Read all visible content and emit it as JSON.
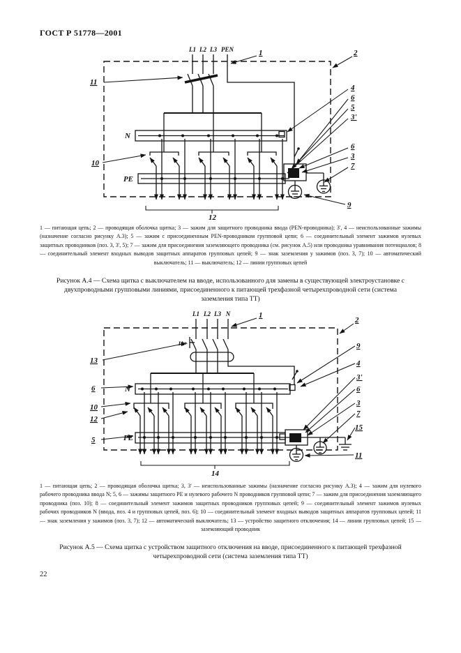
{
  "page": {
    "header": "ГОСТ Р 51778—2001",
    "number": "22"
  },
  "figure_a4": {
    "input_labels": [
      "L1",
      "L2",
      "L3",
      "PEN"
    ],
    "bus_n_label": "N",
    "bus_pe_label": "PE",
    "callouts": {
      "n1": "1",
      "n2": "2",
      "n11": "11",
      "n10": "10",
      "n4": "4",
      "n6a": "6",
      "n5": "5",
      "n3p": "3'",
      "n6b": "6",
      "n3": "3",
      "n7": "7",
      "n9": "9",
      "n12": "12"
    },
    "legend": "1 — питающая цепь; 2 — проводящая оболочка щитка; 3 — зажим для защитного проводника ввода (PEN-проводника); 3', 4 — неиспользованные зажимы (назначение согласно рисунку А.3); 5 — зажим с присоединенным PEN-проводником групповой цепи; 6 — соединительный элемент зажимов нулевых защитных проводников (поз. 3, 3', 5); 7 — зажим для присоединения заземляющего проводника (см. рисунок А.5) или проводника уравнивания потенциалов; 8 — соединительный элемент входных выводов защитных аппаратов групповых цепей; 9 — знак заземления у зажимов (поз. 3, 7); 10 — автоматический выключатель; 11 — выключатель; 12 — линии групповых цепей",
    "caption": "Рисунок А.4 — Схема щитка с выключателем на вводе, использованного для замены в существующей электроустановке с двухпроводными групповыми линиями, присоединенного к питающей трехфазной четырехпроводной сети (система заземления типа ТТ)"
  },
  "figure_a5": {
    "input_labels": [
      "L1",
      "L2",
      "L3",
      "N"
    ],
    "rcd_label": "I∆>",
    "bus_n_label": "N",
    "bus_pe_label": "PE",
    "callouts": {
      "n1": "1",
      "n2": "2",
      "n13": "13",
      "n6l": "6",
      "n10": "10",
      "n12": "12",
      "n5": "5",
      "n9": "9",
      "n4": "4",
      "n3p": "3'",
      "n6r": "6",
      "n3": "3",
      "n7": "7",
      "n15": "15",
      "n11": "11",
      "n14": "14"
    },
    "legend": "1 — питающая цепь; 2 — проводящая оболочка щитка; 3, 3' — неиспользованные зажимы (назначение согласно рисунку А.3); 4 — зажим для нулевого рабочего проводника ввода N; 5, 6 — зажимы защитного PE и нулевого рабочего N проводников групповой цепи; 7 — зажим для присоединения заземляющего проводника (поз. 10); 8 — соединительный элемент зажимов защитных проводников групповых цепей; 9 — соединительный элемент зажимов нулевых рабочих проводников N (ввода, поз. 4 и групповых цепей, поз. 6); 10 — соединительный элемент входных выводов защитных аппаратов групповых цепей; 11 — знак заземления у зажимов (поз. 3, 7); 12 — автоматический выключатель; 13 — устройство защитного отключения; 14 — линии групповых цепей; 15 — заземляющий проводник",
    "caption": "Рисунок А.5 — Схема щитка с устройством защитного отключения на вводе, присоединенного к питающей трехфазной четырехпроводной сети (система заземления типа ТТ)"
  }
}
